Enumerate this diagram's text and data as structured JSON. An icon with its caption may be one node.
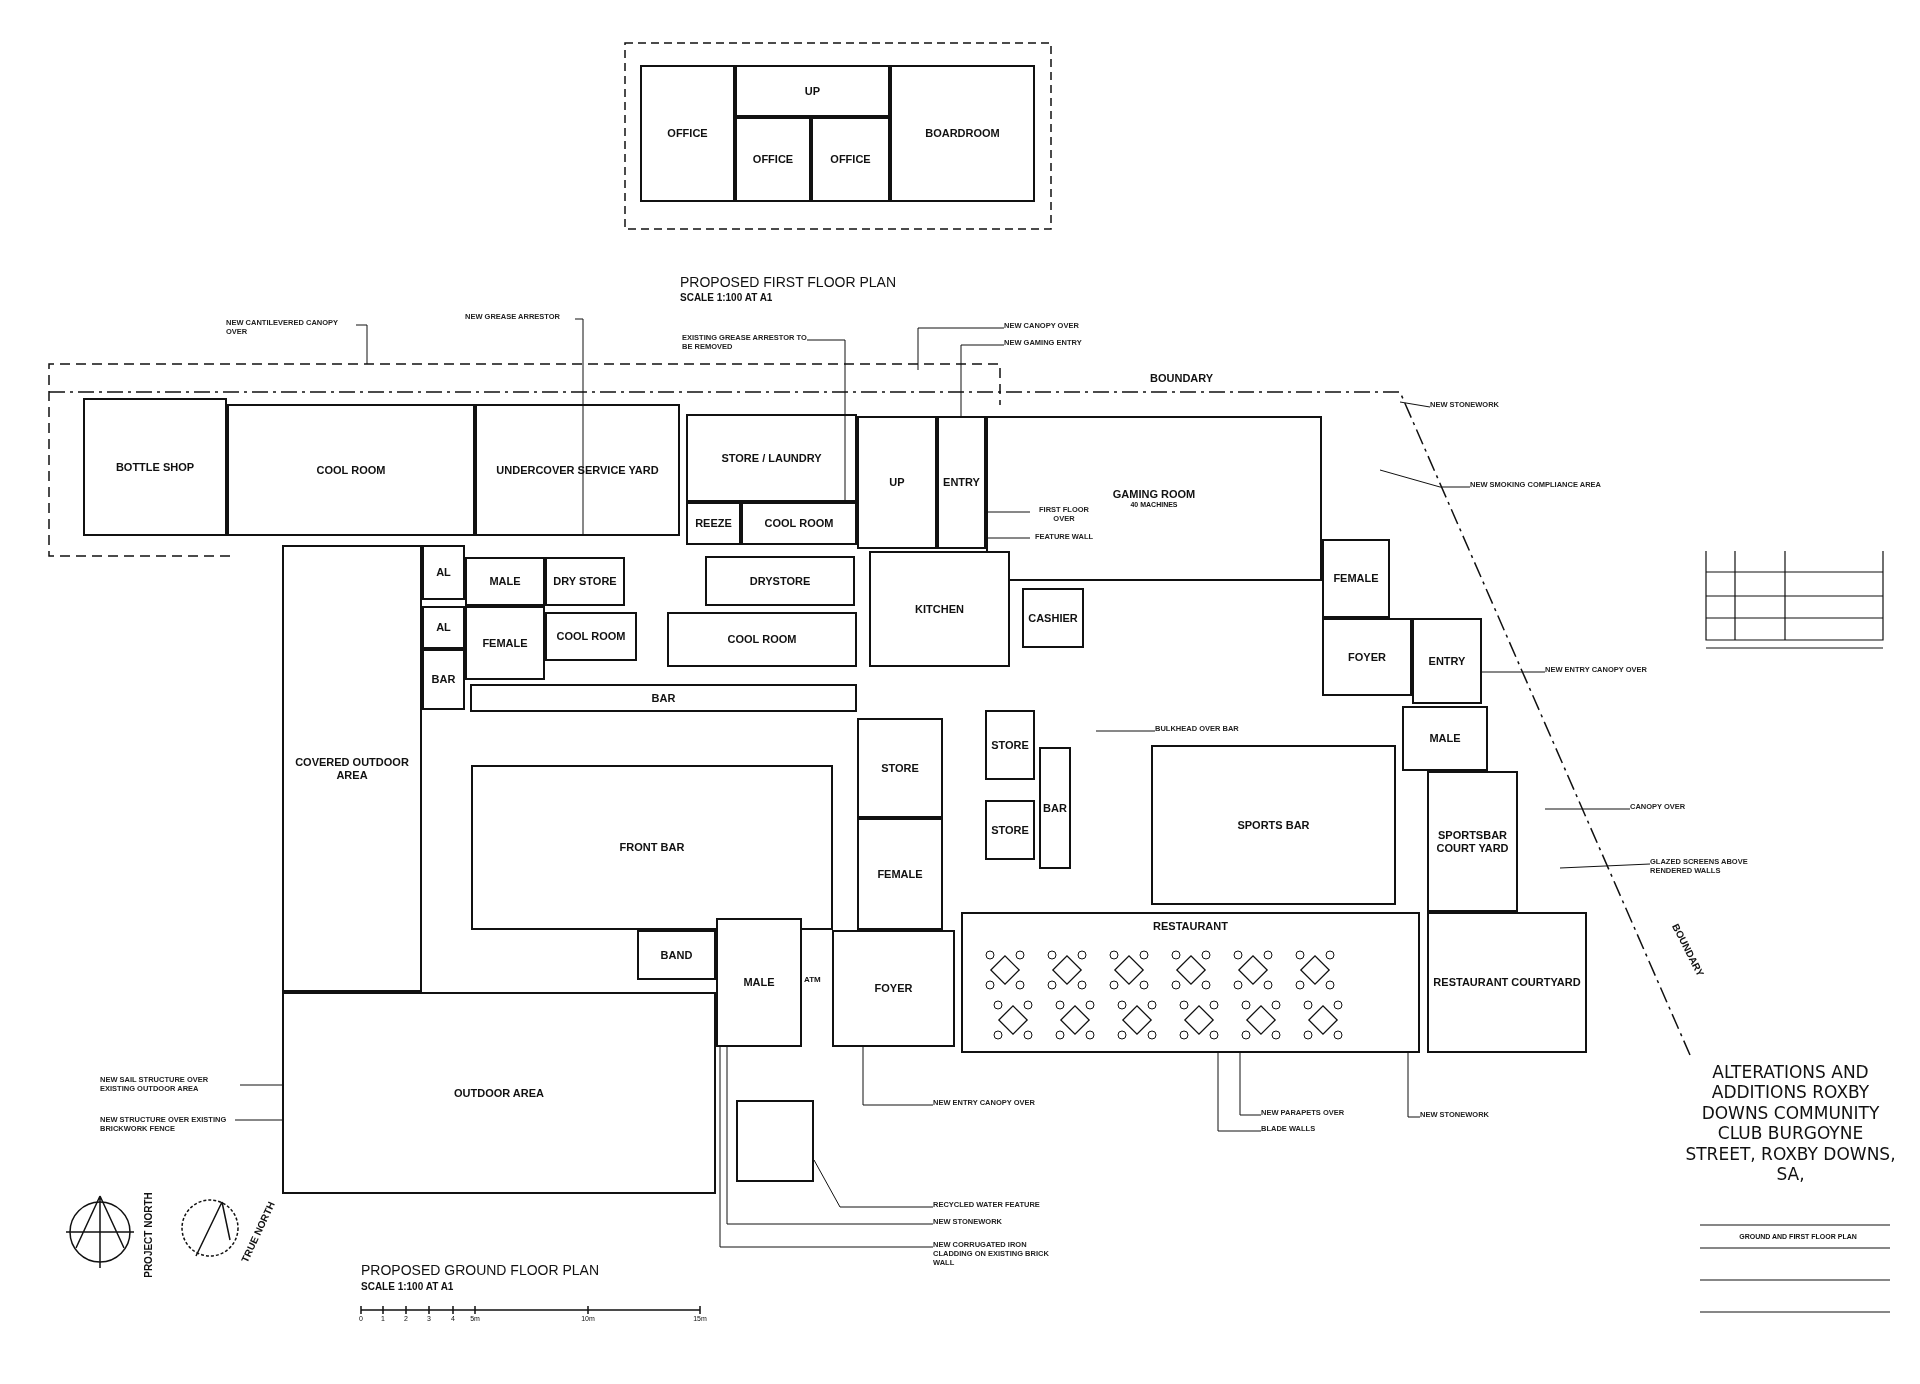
{
  "diagram": {
    "nodes": [
      {
        "text": [
          "OFFICE"
        ]
      },
      {
        "text": [
          "UP"
        ]
      },
      {
        "text": [
          "OFFICE"
        ]
      },
      {
        "text": [
          "OFFICE"
        ]
      },
      {
        "text": [
          "BOARDROOM"
        ]
      },
      {
        "text": [
          "NEW CANTILEVERED CANOPY OVER"
        ]
      },
      {
        "text": [
          "NEW GREASE ARRESTOR"
        ]
      },
      {
        "text": [
          "EXISTING GREASE ARRESTOR TO BE REMOVED"
        ]
      },
      {
        "text": [
          "NEW CANOPY OVER"
        ]
      },
      {
        "text": [
          "NEW GAMING ENTRY"
        ]
      },
      {
        "text": [
          "NEW STONEWORK"
        ]
      },
      {
        "text": [
          "BOTTLE SHOP"
        ]
      },
      {
        "text": [
          "COOL ROOM"
        ]
      },
      {
        "text": [
          "UNDERCOVER SERVICE YARD"
        ]
      },
      {
        "text": [
          "STORE / LAUNDRY"
        ]
      },
      {
        "text": [
          "REEZE"
        ]
      },
      {
        "text": [
          "COOL ROOM"
        ]
      },
      {
        "text": [
          "UP"
        ]
      },
      {
        "text": [
          "ENTRY"
        ]
      },
      {
        "text": [
          "GAMING ROOM",
          "40 MACHINES"
        ]
      },
      {
        "text": [
          "NEW SMOKING COMPLIANCE AREA"
        ]
      },
      {
        "text": [
          "FIRST FLOOR OVER"
        ],
        "in": 19
      },
      {
        "text": [
          "FEATURE WALL"
        ],
        "in": 19
      },
      {
        "text": [
          "AL"
        ]
      },
      {
        "text": [
          "MALE"
        ]
      },
      {
        "text": [
          "DRY STORE"
        ]
      },
      {
        "text": [
          "DRYSTORE"
        ]
      },
      {
        "text": [
          "KITCHEN"
        ]
      },
      {
        "text": [
          "CASHIER"
        ]
      },
      {
        "text": [
          "FEMALE"
        ]
      },
      {
        "text": [
          "AL"
        ]
      },
      {
        "text": [
          "FEMALE"
        ]
      },
      {
        "text": [
          "COOL ROOM"
        ]
      },
      {
        "text": [
          "COOL ROOM"
        ]
      },
      {
        "text": [
          "FOYER"
        ]
      },
      {
        "text": [
          "ENTRY"
        ]
      },
      {
        "text": [
          "NEW ENTRY CANOPY OVER"
        ]
      },
      {
        "text": [
          "BAR"
        ]
      },
      {
        "text": [
          "BAR"
        ]
      },
      {
        "text": [
          "BULKHEAD OVER BAR"
        ]
      },
      {
        "text": [
          "MALE"
        ]
      },
      {
        "text": [
          "STORE"
        ]
      },
      {
        "text": [
          "STORE"
        ]
      },
      {
        "text": [
          "BAR"
        ]
      },
      {
        "text": [
          "COVERED OUTDOOR AREA"
        ]
      },
      {
        "text": [
          "FRONT BAR"
        ]
      },
      {
        "text": [
          "CANOPY OVER"
        ]
      },
      {
        "text": [
          "SPORTS BAR"
        ]
      },
      {
        "text": [
          "SPORTSBAR COURT YARD"
        ]
      },
      {
        "text": [
          "STORE"
        ]
      },
      {
        "text": [
          "GLAZED SCREENS ABOVE RENDERED WALLS"
        ]
      },
      {
        "text": [
          "FEMALE"
        ]
      },
      {
        "text": [
          "RESTAURANT"
        ]
      },
      {
        "text": [
          "RESTAURANT COURTYARD"
        ]
      },
      {
        "text": [
          "BAND"
        ]
      },
      {
        "text": [
          "MALE"
        ]
      },
      {
        "text": [
          "FOYER"
        ]
      },
      {
        "text": [
          "OUTDOOR AREA"
        ]
      },
      {
        "text": [
          "NEW SAIL STRUCTURE OVER EXISTING OUTDOOR AREA"
        ]
      },
      {
        "text": [
          "NEW STRUCTURE OVER EXISTING BRICKWORK FENCE"
        ]
      },
      {
        "text": [
          "NEW ENTRY CANOPY OVER"
        ]
      },
      {
        "text": [
          "NEW PARAPETS OVER"
        ]
      },
      {
        "text": [
          "BLADE WALLS"
        ]
      },
      {
        "text": [
          "NEW STONEWORK"
        ]
      },
      {
        "text": [],
        "shape": "box"
      },
      {
        "text": [
          "RECYCLED WATER FEATURE"
        ]
      },
      {
        "text": [
          "NEW STONEWORK"
        ]
      },
      {
        "text": [
          "NEW CORRUGATED IRON CLADDING ON EXISTING BRICK WALL"
        ]
      }
    ],
    "edges": [
      {
        "from": 5,
        "to": null,
        "arrow": "none"
      },
      {
        "from": 6,
        "to": 13,
        "arrow": "none"
      },
      {
        "from": 7,
        "to": 16,
        "arrow": "none"
      },
      {
        "from": 8,
        "to": null,
        "arrow": "none"
      },
      {
        "from": 9,
        "to": 18,
        "arrow": "none"
      },
      {
        "from": 10,
        "to": null,
        "arrow": "none"
      },
      {
        "from": 20,
        "to": null,
        "arrow": "none"
      },
      {
        "from": 21,
        "to": 19,
        "arrow": "none"
      },
      {
        "from": 22,
        "to": 19,
        "arrow": "none"
      },
      {
        "from": 36,
        "to": 35,
        "arrow": "none"
      },
      {
        "from": 39,
        "to": null,
        "arrow": "none"
      },
      {
        "from": 46,
        "to": null,
        "arrow": "none"
      },
      {
        "from": 50,
        "to": null,
        "arrow": "none"
      },
      {
        "from": 58,
        "to": 57,
        "arrow": "none"
      },
      {
        "from": 59,
        "to": 57,
        "arrow": "none"
      },
      {
        "from": 60,
        "to": 56,
        "arrow": "none"
      },
      {
        "from": 61,
        "to": 52,
        "arrow": "none"
      },
      {
        "from": 62,
        "to": 52,
        "arrow": "none"
      },
      {
        "from": 63,
        "to": 52,
        "arrow": "none"
      },
      {
        "from": 65,
        "to": 64,
        "arrow": "none"
      },
      {
        "from": 66,
        "to": 55,
        "arrow": "none"
      },
      {
        "from": 67,
        "to": 55,
        "arrow": "none"
      }
    ],
    "labels": [
      "PROPOSED FIRST FLOOR PLAN",
      "SCALE 1:100 AT A1",
      "BOUNDARY",
      "ATM",
      "BOUNDARY",
      "PROJECT NORTH",
      "TRUE NORTH",
      "PROPOSED GROUND FLOOR PLAN",
      "SCALE 1:100 AT A1",
      "0",
      "1",
      "2",
      "3",
      "4",
      "5m",
      "10m",
      "15m",
      "ALTERATIONS AND ADDITIONS ROXBY DOWNS COMMUNITY CLUB BURGOYNE STREET, ROXBY DOWNS, SA,",
      "GROUND AND FIRST FLOOR PLAN"
    ]
  }
}
